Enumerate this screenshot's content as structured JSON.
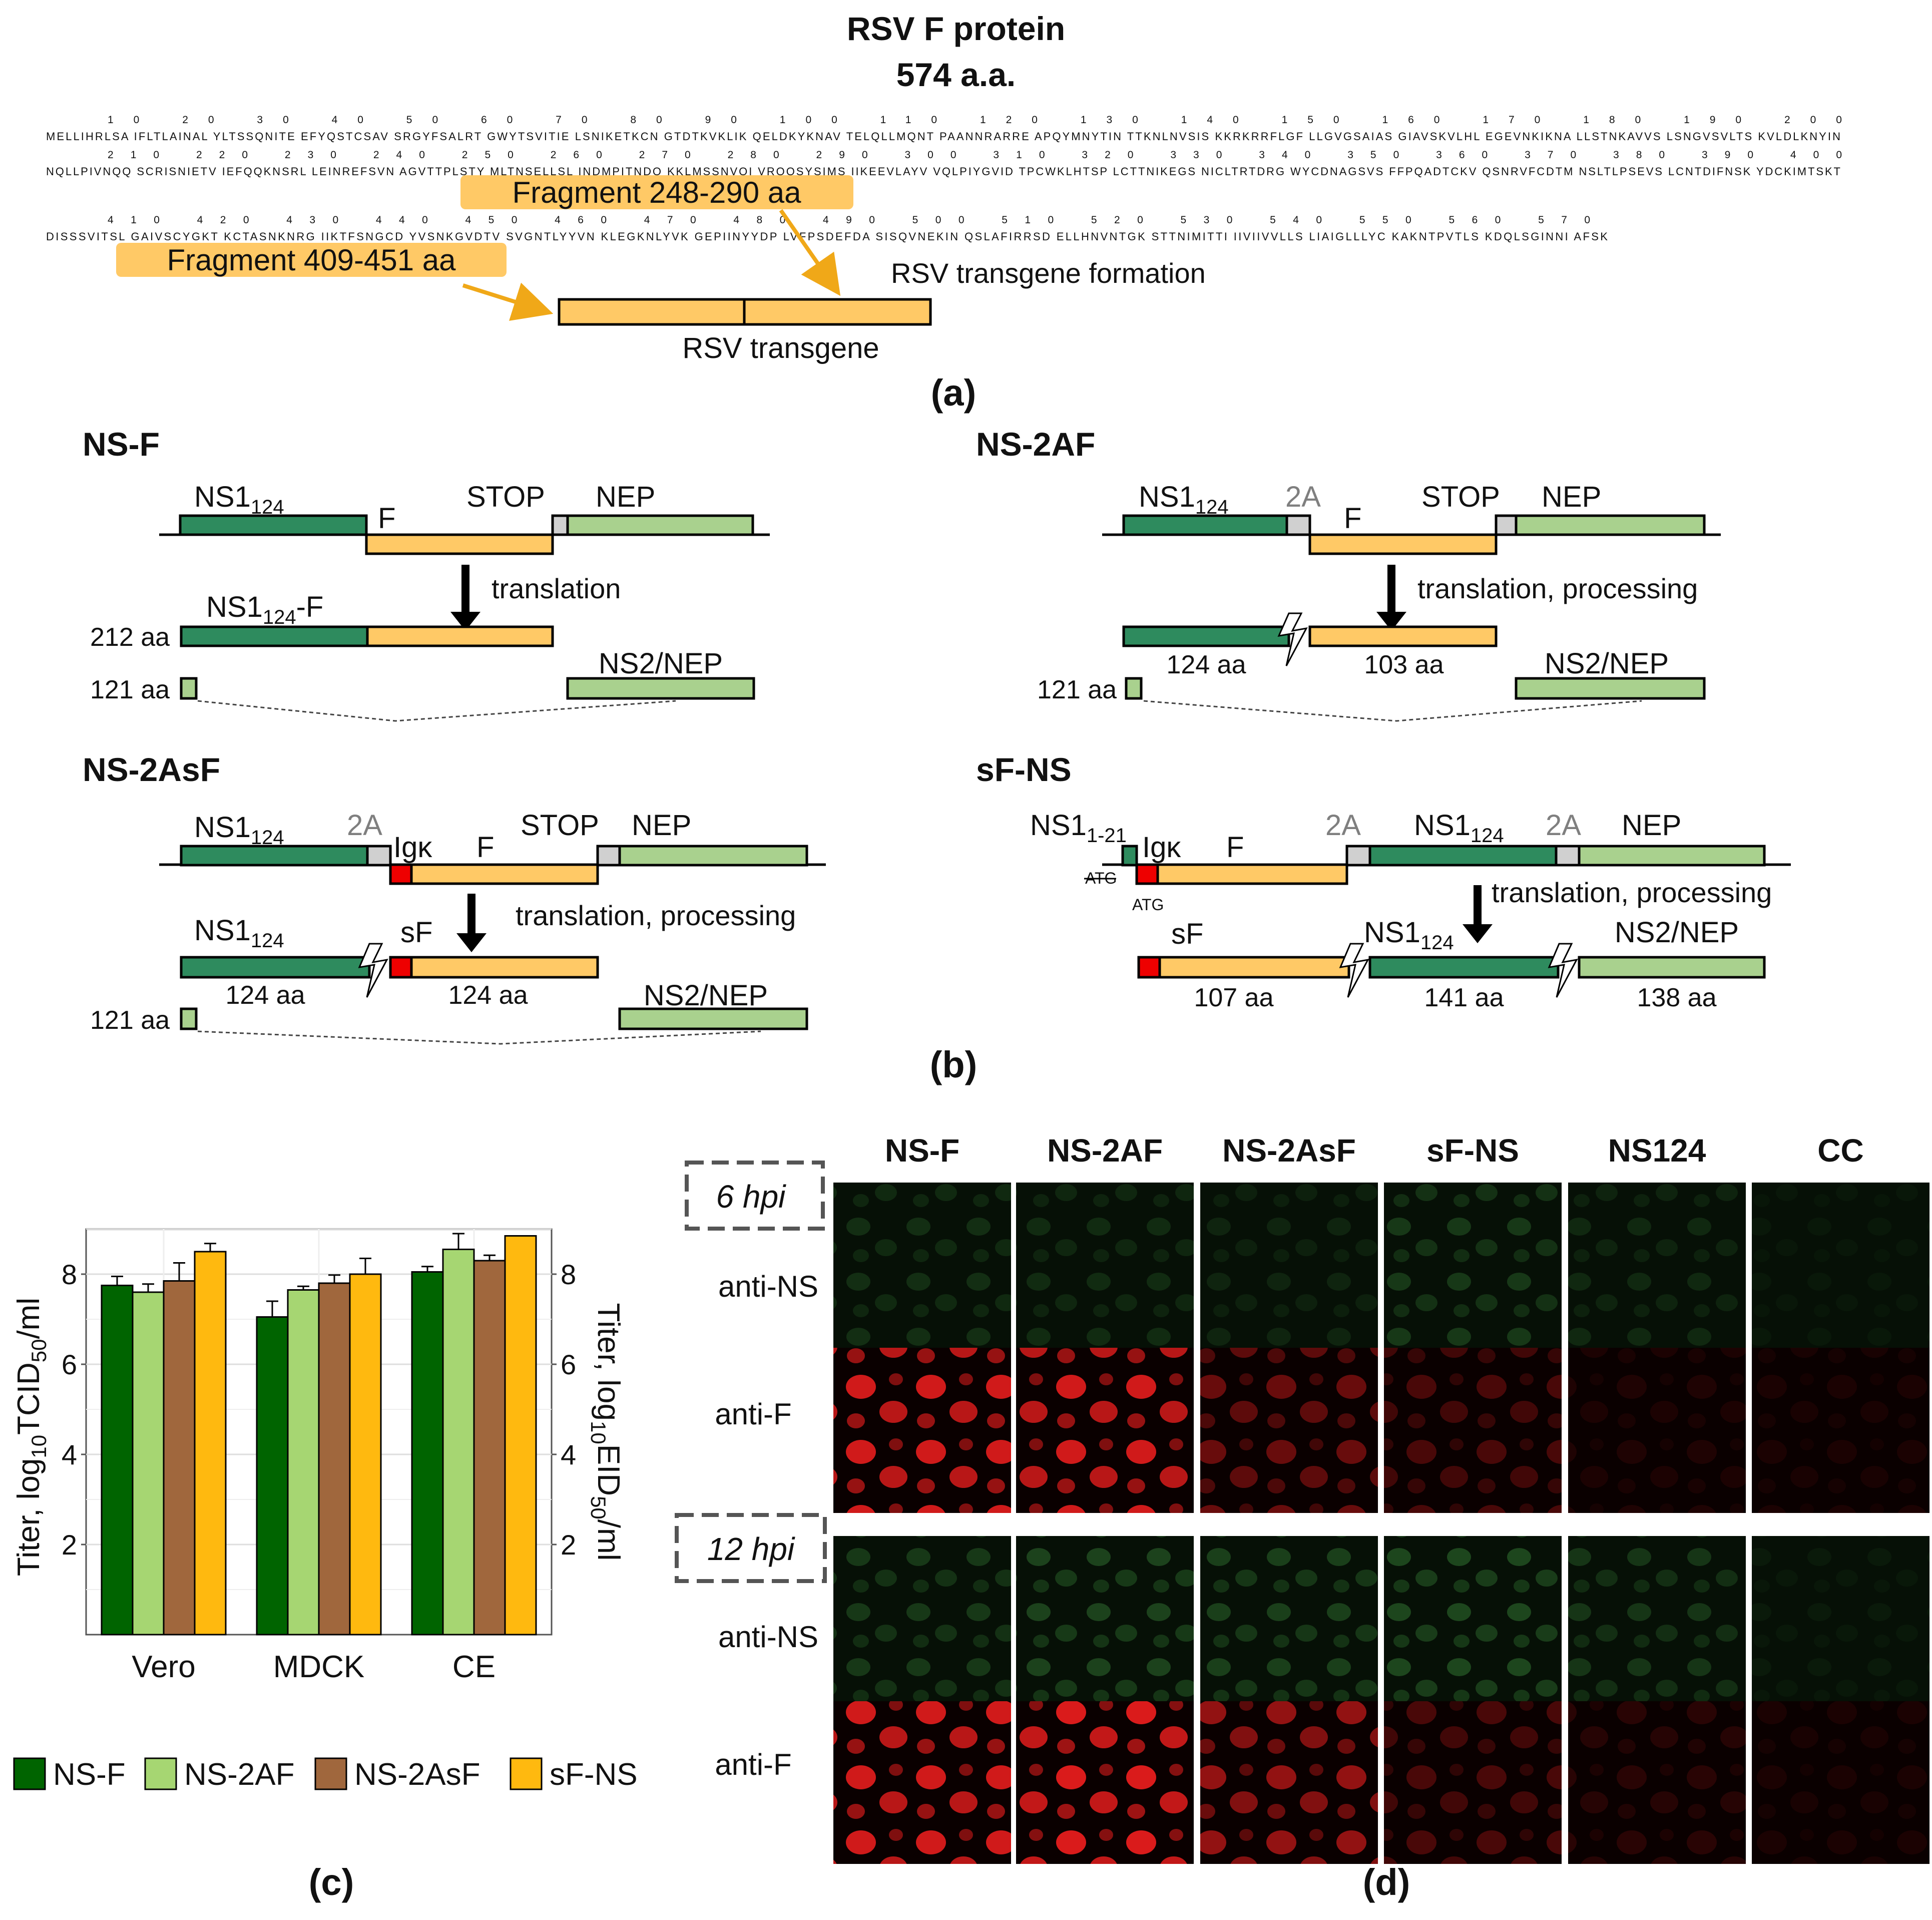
{
  "panel_a": {
    "title_line1": "RSV F protein",
    "title_line2": "574 a.a.",
    "ruler_row1": "10          20          30          40          50          60          70          80          90          100         110         120         130         140         150         160         170         180         190         200",
    "seq_row1": "MELLIHRLSA IFLTLAINAL YLTSSQNITE EFYQSTCSAV SRGYFSALRT GWYTSVITIE LSNIKETKCN GTDTKVKLIK QELDKYKNAV TELQLLMQNT PAANNRARRE APQYMNYTIN TTKNLNVSIS KKRKRRFLGF LLGVGSAIAS GIAVSKVLHL EGEVNKIKNA LLSTNKAVVS LSNGVSVLTS KVLDLKNYIN",
    "ruler_row2": "210         220         230         240         250         260         270         280         290         300         310         320         330         340         350         360         370         380         390         400",
    "seq_row2": "NQLLPIVNQQ SCRISNIETV IEFQQKNSRL LEINREFSVN AGVTTPLSTY MLTNSELLSL INDMPITNDQ KKLMSSNVQI VRQQSYSIMS IIKEEVLAYV VQLPIYGVID TPCWKLHTSP LCTTNIKEGS NICLTRTDRG WYCDNAGSVS FFPQADTCKV QSNRVFCDTM NSLTLPSEVS LCNTDIFNSK YDCKIMTSKT",
    "ruler_row3": "410         420         430         440         450         460         470         480         490         500         510         520         530         540         550         560         570",
    "seq_row3": "DISSSVITSL GAIVSCYGKT KCTASNKNRG IIKTFSNGCD YVSNKGVDTV SVGNTLYYVN KLEGKNLYVK GEPIINYYDP LVFPSDEFDA SISQVNEKIN QSLAFIRRSD ELLHNVNTGK STTNIMITTI IIVIIVVLLS LIAIGLLLYC KAKNTPVTLS KDQLSGINNI AFSK",
    "fragment1": "Fragment 248-290 aa",
    "fragment2": "Fragment 409-451 aa",
    "transgene_formation": "RSV transgene formation",
    "transgene": "RSV transgene",
    "label": "(a)"
  },
  "panel_b": {
    "label": "(b)",
    "nsf": {
      "title": "NS-F",
      "ns1": "NS1",
      "ns1_sub": "124",
      "f": "F",
      "stop": "STOP",
      "nep": "NEP",
      "translation": "translation",
      "fusion": "NS1",
      "fusion_sub": "124",
      "fusion_suffix": "-F",
      "len1": "212 aa",
      "len2": "121 aa",
      "ns2nep": "NS2/NEP"
    },
    "ns2af": {
      "title": "NS-2AF",
      "ns1": "NS1",
      "ns1_sub": "124",
      "twoA": "2A",
      "f": "F",
      "stop": "STOP",
      "nep": "NEP",
      "translation": "translation, processing",
      "len_a": "124 aa",
      "len_b": "103 aa",
      "len2": "121 aa",
      "ns2nep": "NS2/NEP"
    },
    "ns2asf": {
      "title": "NS-2AsF",
      "ns1": "NS1",
      "ns1_sub": "124",
      "twoA": "2A",
      "igk": "Igκ",
      "f": "F",
      "stop": "STOP",
      "nep": "NEP",
      "translation": "translation, processing",
      "ns1b": "NS1",
      "ns1b_sub": "124",
      "sf": "sF",
      "len_a": "124 aa",
      "len_b": "124 aa",
      "len2": "121 aa",
      "ns2nep": "NS2/NEP"
    },
    "sfns": {
      "title": "sF-NS",
      "ns1": "NS1",
      "ns1_sub": "1-21",
      "igk": "Igκ",
      "f": "F",
      "twoA_1": "2A",
      "ns1b": "NS1",
      "ns1b_sub": "124",
      "twoA_2": "2A",
      "nep": "NEP",
      "atg1": "ATG",
      "atg2": "ATG",
      "translation": "translation, processing",
      "sf": "sF",
      "ns1c": "NS1",
      "ns1c_sub": "124",
      "ns2nep": "NS2/NEP",
      "len_a": "107 aa",
      "len_b": "141 aa",
      "len_c": "138 aa"
    }
  },
  "panel_c": {
    "label": "(c)",
    "ylabel_left_pre": "Titer, log",
    "ylabel_left_sub1": "10",
    "ylabel_left_mid": "TCID",
    "ylabel_left_sub2": "50",
    "ylabel_left_post": "/ml",
    "ylabel_right_pre": "Titer, log",
    "ylabel_right_sub1": "10",
    "ylabel_right_mid": "EID",
    "ylabel_right_sub2": "50",
    "ylabel_right_post": "/ml",
    "yticks": [
      "2",
      "4",
      "6",
      "8"
    ],
    "colors": [
      "#006400",
      "#a6d672",
      "#a0673d",
      "#ffb90f"
    ]
  },
  "chart_data": {
    "type": "bar",
    "categories": [
      "Vero",
      "MDCK",
      "CE"
    ],
    "series": [
      {
        "name": "NS-F",
        "values": [
          7.75,
          7.05,
          8.05
        ],
        "errors": [
          0.2,
          0.35,
          0.12
        ]
      },
      {
        "name": "NS-2AF",
        "values": [
          7.6,
          7.65,
          8.55
        ],
        "errors": [
          0.18,
          0.08,
          0.35
        ]
      },
      {
        "name": "NS-2AsF",
        "values": [
          7.85,
          7.8,
          8.3
        ],
        "errors": [
          0.4,
          0.18,
          0.12
        ]
      },
      {
        "name": "sF-NS",
        "values": [
          8.5,
          8.0,
          8.85
        ],
        "errors": [
          0.18,
          0.35,
          0.0
        ]
      }
    ],
    "ylim": [
      0,
      9
    ],
    "grid": true,
    "legend": "bottom"
  },
  "panel_d": {
    "label": "(d)",
    "columns": [
      "NS-F",
      "NS-2AF",
      "NS-2AsF",
      "sF-NS",
      "NS124",
      "CC"
    ],
    "time1": "6 hpi",
    "time2": "12 hpi",
    "row_ns": "anti-NS",
    "row_f": "anti-F",
    "row_ns2": "anti-NS",
    "row_f2": "anti-F",
    "intensity_6_ns": [
      0.45,
      0.4,
      0.3,
      0.6,
      0.35,
      0.12
    ],
    "intensity_6_f": [
      0.95,
      0.95,
      0.45,
      0.3,
      0.1,
      0.08
    ],
    "intensity_12_ns": [
      0.6,
      0.75,
      0.7,
      0.8,
      0.55,
      0.15
    ],
    "intensity_12_f": [
      0.95,
      1.0,
      0.65,
      0.3,
      0.15,
      0.08
    ]
  }
}
